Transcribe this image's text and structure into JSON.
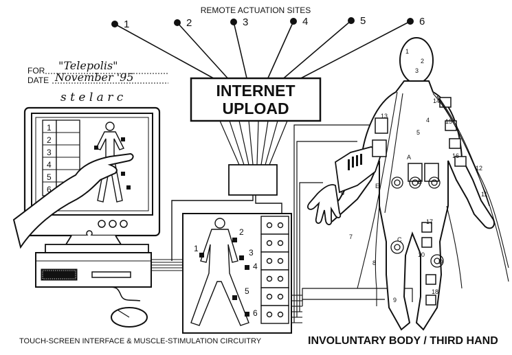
{
  "header": {
    "title": "REMOTE ACTUATION SITES"
  },
  "sites": [
    "1",
    "2",
    "3",
    "4",
    "5",
    "6"
  ],
  "upload_box": {
    "line1": "INTERNET",
    "line2": "UPLOAD"
  },
  "form": {
    "for_label": "FOR",
    "for_value": "\"Telepolis\"",
    "date_label": "DATE",
    "date_value": "November '95",
    "signature": "s t e l a r c"
  },
  "monitor": {
    "rows": [
      "1",
      "2",
      "3",
      "4",
      "5",
      "6"
    ]
  },
  "circuit_figure": {
    "labels": [
      "1",
      "2",
      "3",
      "4",
      "5",
      "6"
    ]
  },
  "body_labels": [
    "1",
    "2",
    "3",
    "4",
    "5",
    "6",
    "7",
    "8",
    "9",
    "10",
    "11",
    "12",
    "13",
    "14",
    "15",
    "16",
    "17",
    "18",
    "A",
    "B",
    "C",
    "D",
    "E"
  ],
  "captions": {
    "left": "TOUCH-SCREEN INTERFACE & MUSCLE-STIMULATION CIRCUITRY",
    "right": "INVOLUNTARY BODY / THIRD HAND"
  },
  "colors": {
    "ink": "#111111",
    "paper": "#ffffff"
  }
}
